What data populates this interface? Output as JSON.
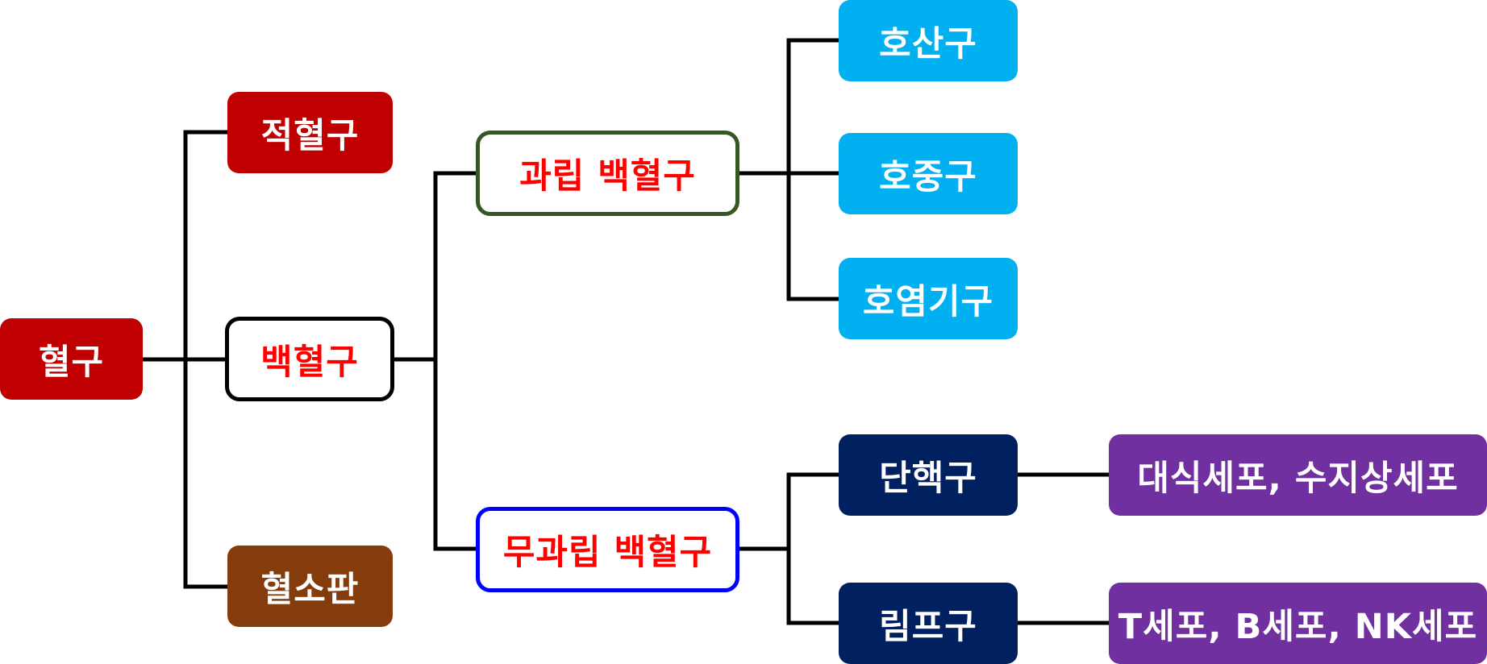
{
  "colors": {
    "dark_red": "#c00000",
    "brown": "#843c0c",
    "red_text": "#ff0000",
    "green_border": "#375623",
    "blue_border": "#0000ff",
    "sky_blue": "#00b0f0",
    "navy": "#002060",
    "purple": "#7030a0",
    "line": "#000000"
  },
  "nodes": {
    "blood_cells": "혈구",
    "red_blood_cell": "적혈구",
    "white_blood_cell": "백혈구",
    "platelet": "혈소판",
    "granulocyte": "과립 백혈구",
    "agranulocyte": "무과립 백혈구",
    "basophil": "호산구",
    "neutrophil": "호중구",
    "eosinophil": "호염기구",
    "monocyte": "단핵구",
    "lymphocyte": "림프구",
    "monocyte_cells": "대식세포, 수지상세포",
    "lymphocyte_cells": "T세포, B세포, NK세포"
  }
}
